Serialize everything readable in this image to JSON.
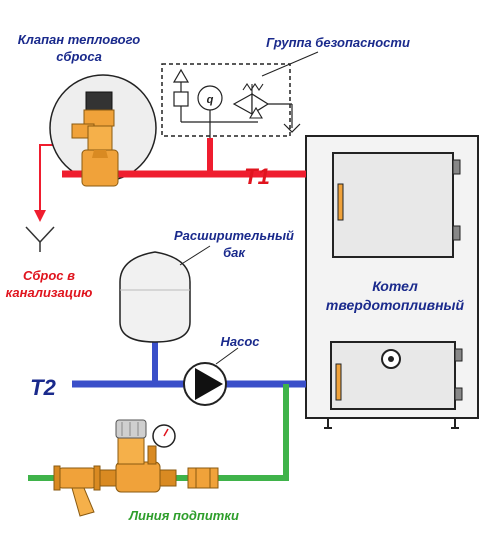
{
  "labels": {
    "valve_line1": "Клапан теплового",
    "valve_line2": "сброса",
    "safety_group": "Группа безопасности",
    "t1": "T1",
    "t2": "T2",
    "drain_line1": "Сброс в",
    "drain_line2": "канализацию",
    "expansion_line1": "Расширительный",
    "expansion_line2": "бак",
    "pump": "Насос",
    "boiler_line1": "Котел",
    "boiler_line2": "твердотопливный",
    "makeup_line": "Линия подпитки",
    "gauge_symbol": "q"
  },
  "colors": {
    "supply_hot": "#ef1d2e",
    "return_cold": "#3a4fc9",
    "makeup_water": "#3fb34a",
    "label_blue": "#1a2a8c",
    "label_red": "#e0141e",
    "label_green": "#2e9e2b",
    "valve_brass": "#f0a23a",
    "boiler_grey": "#e8e8e8"
  },
  "icons": {
    "thermal_valve": "brass-valve-icon",
    "safety_group": "safety-group-symbol",
    "drain": "drain-funnel-icon",
    "expansion_tank": "expansion-tank-icon",
    "pump": "pump-triangle-icon",
    "filter": "y-strainer-icon",
    "reducer": "pressure-reducer-icon",
    "gauge": "pressure-gauge-icon"
  }
}
